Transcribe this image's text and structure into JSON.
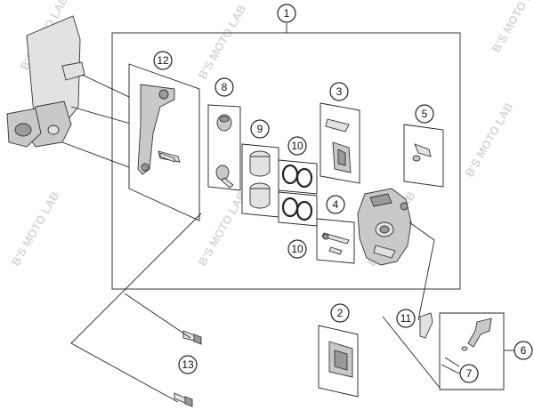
{
  "callouts": {
    "c1": "1",
    "c2": "2",
    "c3": "3",
    "c4": "4",
    "c5": "5",
    "c6": "6",
    "c7": "7",
    "c8": "8",
    "c9": "9",
    "c10a": "10",
    "c10b": "10",
    "c11": "11",
    "c12": "12",
    "c13": "13"
  },
  "watermark": "B'S MOTO LAB"
}
